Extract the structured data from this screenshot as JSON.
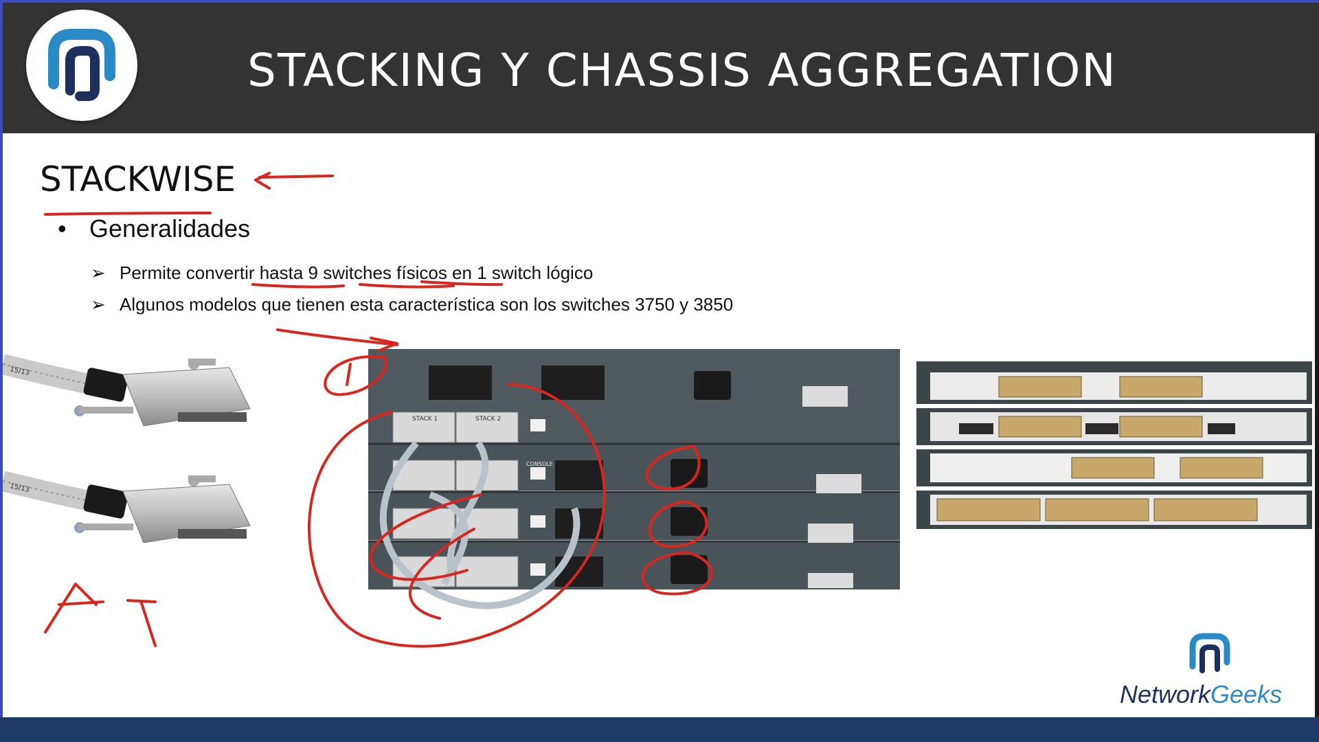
{
  "slide": {
    "title": "STACKING Y CHASSIS AGGREGATION",
    "section_title": "STACKWISE",
    "bullet": "Generalidades",
    "sub_items": [
      {
        "text": "Permite convertir hasta 9 switches físicos en 1 switch lógico"
      },
      {
        "text": "Algunos modelos que tienen esta característica son los switches 3750 y 3850"
      }
    ]
  },
  "photo_labels": {
    "stack1": "STACK 1",
    "stack2": "STACK 2",
    "console": "CONSOLE",
    "cable_tag": "15/13"
  },
  "brand": {
    "part1": "Network",
    "part2": "Geeks"
  },
  "colors": {
    "header_bg": "#333333",
    "footer_bg": "#1f3a66",
    "annotation_red": "#d8261f",
    "brand_blue": "#2a8ac6"
  },
  "icons": {
    "logo": "network-geeks-logo-icon",
    "bullet": "bullet-dot",
    "sub_bullet": "arrowhead-bullet"
  }
}
